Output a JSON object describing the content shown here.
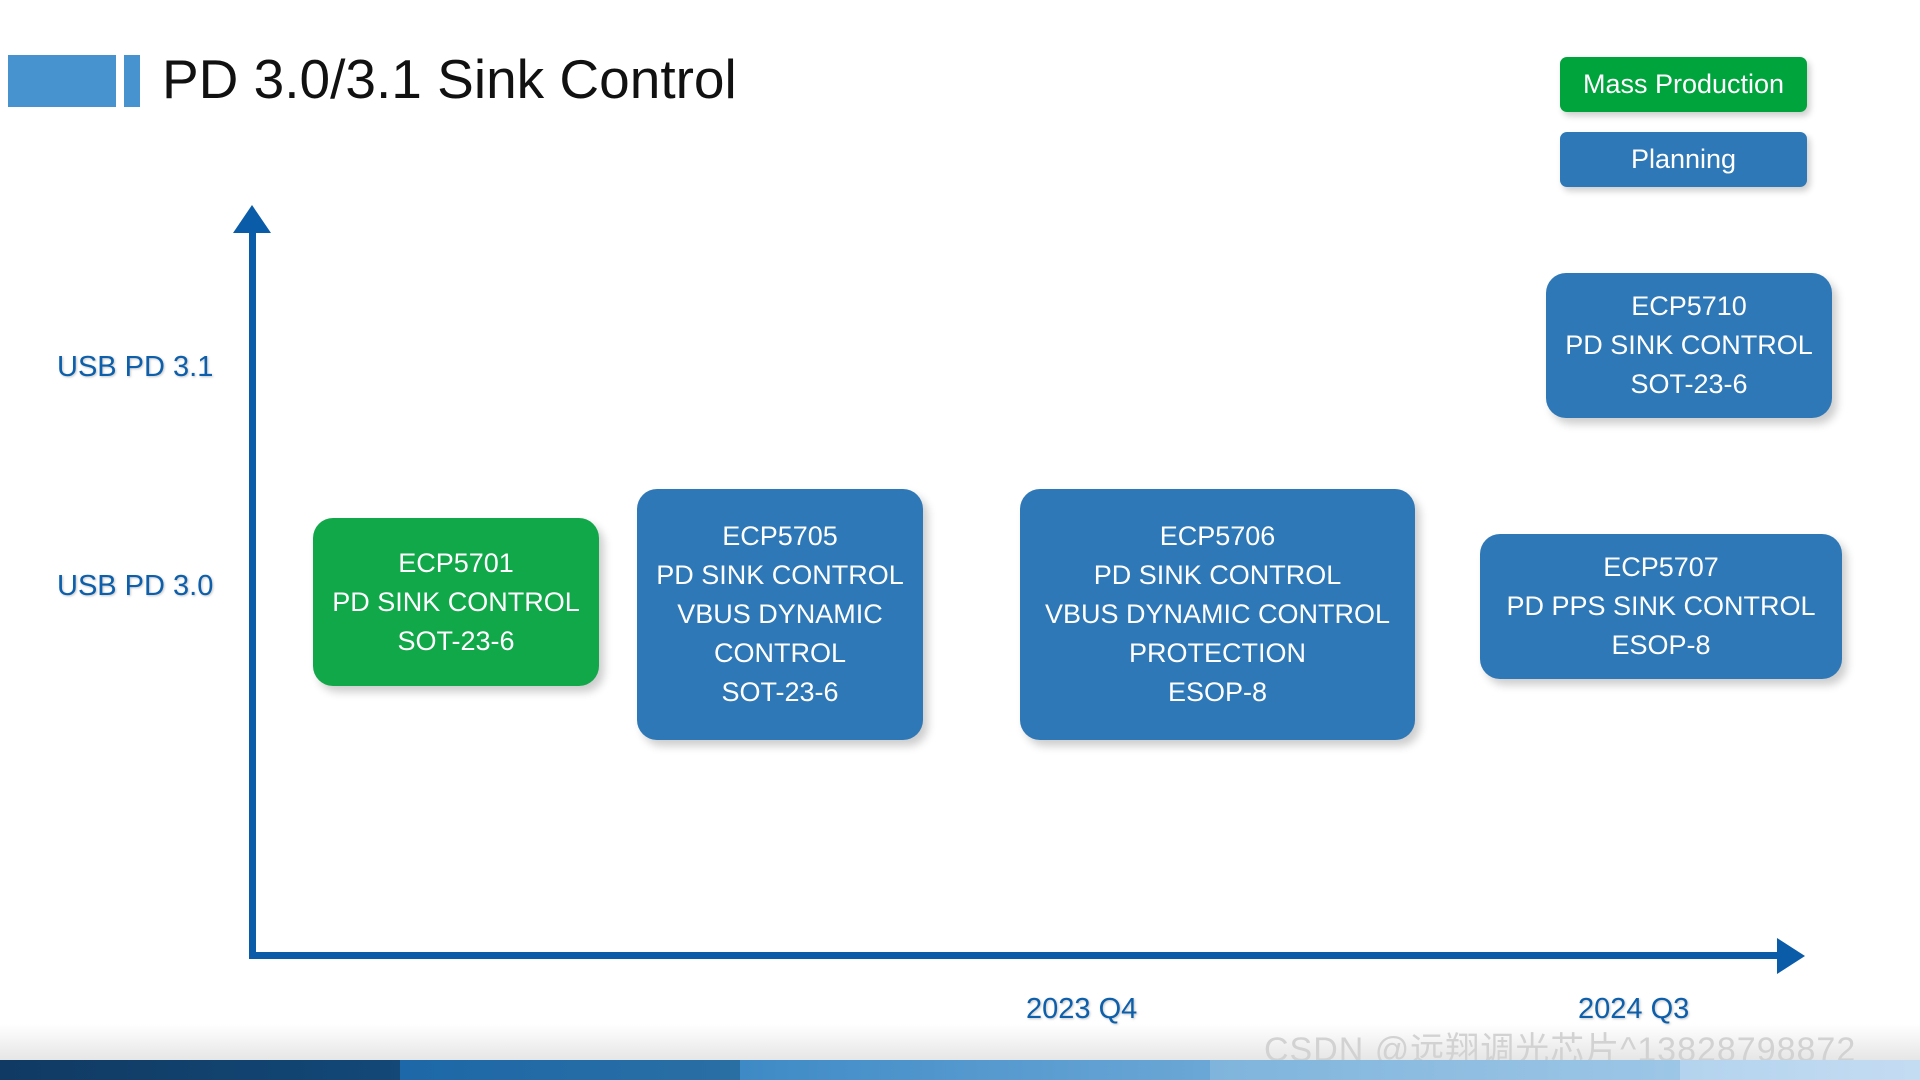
{
  "title": "PD 3.0/3.1 Sink Control",
  "colors": {
    "title_accent": "#4693CF",
    "axis": "#0A5CA8",
    "axis_label": "#0D5FAB",
    "mass_production": "#11A84A",
    "mass_production_legend": "#00A43C",
    "planning": "#2E78B7"
  },
  "legend": {
    "mass_production_label": "Mass Production",
    "planning_label": "Planning"
  },
  "axes": {
    "y_labels": [
      "USB PD 3.1",
      "USB PD 3.0"
    ],
    "x_labels": [
      "2023 Q4",
      "2024 Q3"
    ]
  },
  "chart_data": {
    "type": "scatter",
    "title": "PD 3.0/3.1 Sink Control",
    "xlabel": "",
    "ylabel": "",
    "grid": false,
    "legend_position": "top-right",
    "x": [
      "2023 Q4",
      "2024 Q3"
    ],
    "categories": [
      "USB PD 3.0",
      "USB PD 3.1"
    ],
    "series": [
      {
        "name": "Mass Production",
        "color": "#11A84A",
        "items": [
          "ECP5701"
        ]
      },
      {
        "name": "Planning",
        "color": "#2E78B7",
        "items": [
          "ECP5705",
          "ECP5706",
          "ECP5707",
          "ECP5710"
        ]
      }
    ],
    "items": [
      {
        "id": "ecp5701",
        "status": "Mass Production",
        "row": "USB PD 3.0",
        "lines": [
          "ECP5701",
          "PD SINK CONTROL",
          "SOT-23-6"
        ]
      },
      {
        "id": "ecp5705",
        "status": "Planning",
        "row": "USB PD 3.0",
        "lines": [
          "ECP5705",
          "PD SINK CONTROL",
          "VBUS DYNAMIC",
          "CONTROL",
          "SOT-23-6"
        ]
      },
      {
        "id": "ecp5706",
        "status": "Planning",
        "row": "USB PD 3.0",
        "lines": [
          "ECP5706",
          "PD SINK CONTROL",
          "VBUS DYNAMIC CONTROL",
          "PROTECTION",
          "ESOP-8"
        ]
      },
      {
        "id": "ecp5707",
        "status": "Planning",
        "row": "USB PD 3.0",
        "lines": [
          "ECP5707",
          "PD PPS SINK CONTROL",
          "ESOP-8"
        ]
      },
      {
        "id": "ecp5710",
        "status": "Planning",
        "row": "USB PD 3.1",
        "lines": [
          "ECP5710",
          "PD SINK CONTROL",
          "SOT-23-6"
        ]
      }
    ]
  },
  "boxes": {
    "ecp5701": {
      "l0": "ECP5701",
      "l1": "PD SINK CONTROL",
      "l2": "SOT-23-6"
    },
    "ecp5705": {
      "l0": "ECP5705",
      "l1": "PD SINK CONTROL",
      "l2": "VBUS DYNAMIC",
      "l3": "CONTROL",
      "l4": "SOT-23-6"
    },
    "ecp5706": {
      "l0": "ECP5706",
      "l1": "PD SINK CONTROL",
      "l2": "VBUS DYNAMIC CONTROL",
      "l3": "PROTECTION",
      "l4": "ESOP-8"
    },
    "ecp5707": {
      "l0": "ECP5707",
      "l1": "PD PPS SINK CONTROL",
      "l2": "ESOP-8"
    },
    "ecp5710": {
      "l0": "ECP5710",
      "l1": "PD SINK CONTROL",
      "l2": "SOT-23-6"
    }
  },
  "watermark": "CSDN @远翔调光芯片^13828798872"
}
